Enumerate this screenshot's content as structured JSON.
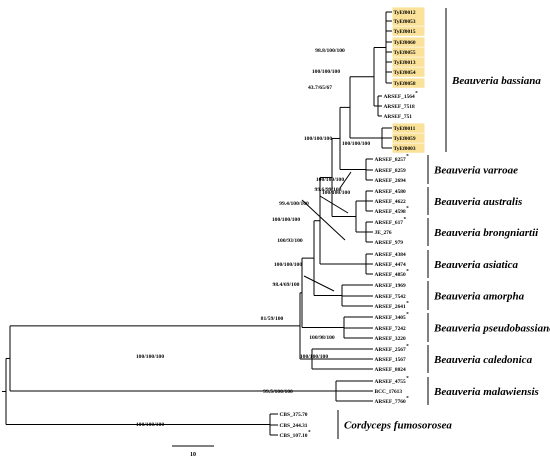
{
  "highlight_color": "#fbe29b",
  "star": "*",
  "taxa": [
    {
      "id": "t1",
      "label": "TyEf0012",
      "hl": true
    },
    {
      "id": "t2",
      "label": "TyEf0053",
      "hl": true
    },
    {
      "id": "t3",
      "label": "TyEf0015",
      "hl": true
    },
    {
      "id": "t4",
      "label": "TyEf0060",
      "hl": true
    },
    {
      "id": "t5",
      "label": "TyEf0055",
      "hl": true
    },
    {
      "id": "t6",
      "label": "TyEf0013",
      "hl": true
    },
    {
      "id": "t7",
      "label": "TyEf0054",
      "hl": true
    },
    {
      "id": "t8",
      "label": "TyEf0058",
      "hl": true
    },
    {
      "id": "t9",
      "label": "ARSEF_1564",
      "hl": false,
      "star": true
    },
    {
      "id": "t10",
      "label": "ARSEF_7518",
      "hl": false
    },
    {
      "id": "t11",
      "label": "ARSEF_751",
      "hl": false
    },
    {
      "id": "t12",
      "label": "TyEf0011",
      "hl": true
    },
    {
      "id": "t13",
      "label": "TyEf0059",
      "hl": true
    },
    {
      "id": "t14",
      "label": "TyEf0003",
      "hl": true
    },
    {
      "id": "t15",
      "label": "ARSEF_8257",
      "hl": false,
      "star": true
    },
    {
      "id": "t16",
      "label": "ARSEF_8259",
      "hl": false
    },
    {
      "id": "t17",
      "label": "ARSEF_2694",
      "hl": false
    },
    {
      "id": "t18",
      "label": "ARSEF_4580",
      "hl": false
    },
    {
      "id": "t19",
      "label": "ARSEF_4622",
      "hl": false
    },
    {
      "id": "t20",
      "label": "ARSEF_4598",
      "hl": false,
      "star": true
    },
    {
      "id": "t21",
      "label": "ARSEF_617",
      "hl": false,
      "star": true
    },
    {
      "id": "t22",
      "label": "JE_276",
      "hl": false
    },
    {
      "id": "t23",
      "label": "ARSEF_979",
      "hl": false
    },
    {
      "id": "t24",
      "label": "ARSEF_4384",
      "hl": false
    },
    {
      "id": "t25",
      "label": "ARSEF_4474",
      "hl": false
    },
    {
      "id": "t26",
      "label": "ARSEF_4850",
      "hl": false,
      "star": true
    },
    {
      "id": "t27",
      "label": "ARSEF_1969",
      "hl": false
    },
    {
      "id": "t28",
      "label": "ARSEF_7542",
      "hl": false
    },
    {
      "id": "t29",
      "label": "ARSEF_2641",
      "hl": false,
      "star": true
    },
    {
      "id": "t30",
      "label": "ARSEF_3405",
      "hl": false,
      "star": true
    },
    {
      "id": "t31",
      "label": "ARSEF_7242",
      "hl": false
    },
    {
      "id": "t32",
      "label": "ARSEF_3220",
      "hl": false
    },
    {
      "id": "t33",
      "label": "ARSEF_2567",
      "hl": false,
      "star": true
    },
    {
      "id": "t34",
      "label": "ARSEF_1567",
      "hl": false
    },
    {
      "id": "t35",
      "label": "ARSEF_8024",
      "hl": false
    },
    {
      "id": "t36",
      "label": "ARSEF_4755",
      "hl": false,
      "star": true
    },
    {
      "id": "t37",
      "label": "BCC_17613",
      "hl": false
    },
    {
      "id": "t38",
      "label": "ARSEF_7760",
      "hl": false,
      "star": true
    },
    {
      "id": "t39",
      "label": "CBS_375.70",
      "hl": false
    },
    {
      "id": "t40",
      "label": "CBS_244.31",
      "hl": false
    },
    {
      "id": "t41",
      "label": "CBS_107.10",
      "hl": false,
      "star": true
    }
  ],
  "clades": [
    {
      "id": "bassiana",
      "name": "Beauveria bassiana"
    },
    {
      "id": "varroae",
      "name": "Beauveria varroae"
    },
    {
      "id": "australis",
      "name": "Beauveria australis"
    },
    {
      "id": "brongniartii",
      "name": "Beauveria brongniartii"
    },
    {
      "id": "asiatica",
      "name": "Beauveria asiatica"
    },
    {
      "id": "amorpha",
      "name": "Beauveria amorpha"
    },
    {
      "id": "pseudobassiana",
      "name": "Beauveria pseudobassiana"
    },
    {
      "id": "caledonica",
      "name": "Beauveria caledonica"
    },
    {
      "id": "malawiensis",
      "name": "Beauveria malawiensis"
    },
    {
      "id": "cordyceps",
      "name": "Cordyceps fumosorosea"
    }
  ],
  "supports": [
    {
      "id": "s1",
      "text": "98.8/100/100"
    },
    {
      "id": "s2",
      "text": "100/100/100"
    },
    {
      "id": "s3",
      "text": "43.7/65/67"
    },
    {
      "id": "s4",
      "text": "100/100/100"
    },
    {
      "id": "s5",
      "text": "100/100/100"
    },
    {
      "id": "s6",
      "text": "100/100/100"
    },
    {
      "id": "s7",
      "text": "99.6/99/100"
    },
    {
      "id": "s8",
      "text": "100/100/100"
    },
    {
      "id": "s9",
      "text": "99.4/100/100"
    },
    {
      "id": "s10",
      "text": "100/100/100"
    },
    {
      "id": "s11",
      "text": "100/93/100"
    },
    {
      "id": "s12",
      "text": "100/100/100"
    },
    {
      "id": "s13",
      "text": "98.4/69/100"
    },
    {
      "id": "s14",
      "text": "100/98/100"
    },
    {
      "id": "s15",
      "text": "81/59/100"
    },
    {
      "id": "s16",
      "text": "100/100/100"
    },
    {
      "id": "s17",
      "text": "100/100/100"
    },
    {
      "id": "s18",
      "text": "99.5/100/100"
    },
    {
      "id": "s19",
      "text": "100/100/100"
    }
  ],
  "scale_label": "10"
}
